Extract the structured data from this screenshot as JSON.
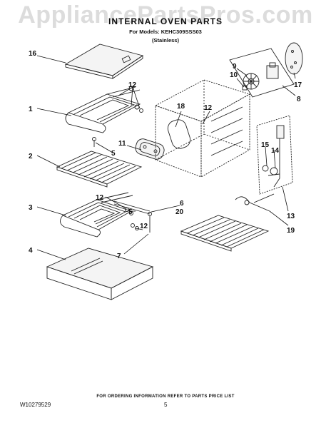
{
  "watermark": "AppliancePartsPros.com",
  "title": "INTERNAL OVEN PARTS",
  "subtitle": "For Models: KEHC309SSS03",
  "subtitle2": "(Stainless)",
  "footer": {
    "ordering_note": "FOR ORDERING INFORMATION REFER TO PARTS PRICE LIST",
    "doc_id": "W10279529",
    "page": "5"
  },
  "callouts": {
    "c16": "16",
    "c12a": "12",
    "c1": "1",
    "c5a": "5",
    "c11": "11",
    "c18": "18",
    "c12b": "12",
    "c9": "9",
    "c10": "10",
    "c17": "17",
    "c8": "8",
    "c15": "15",
    "c14": "14",
    "c2": "2",
    "c12c": "12",
    "c6": "6",
    "c20": "20",
    "c3": "3",
    "c5b": "5",
    "c12d": "12",
    "c4": "4",
    "c7": "7",
    "c13": "13",
    "c19": "19"
  }
}
